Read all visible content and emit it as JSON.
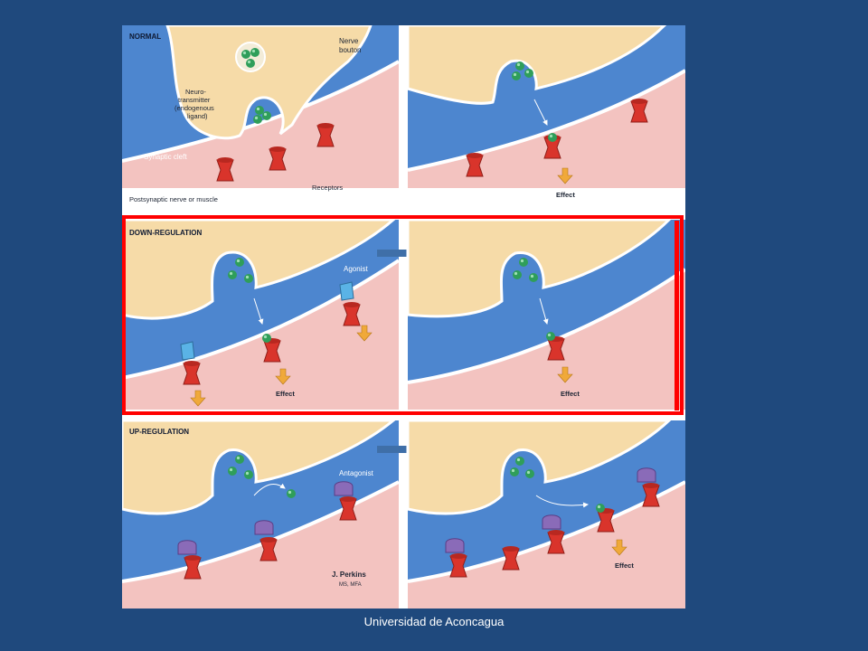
{
  "panels": {
    "normal": {
      "title": "NORMAL",
      "nerve_bouton": [
        "Nerve",
        "bouton"
      ],
      "neurotransmitter": [
        "Neuro-",
        "transmitter",
        "(endogenous",
        "ligand)"
      ],
      "synaptic_cleft": "Synaptic cleft",
      "receptors": "Receptors",
      "postsynaptic": "Postsynaptic nerve or muscle",
      "effect": "Effect"
    },
    "down": {
      "title": "DOWN-REGULATION",
      "agonist": "Agonist",
      "effect": "Effect"
    },
    "up": {
      "title": "UP-REGULATION",
      "antagonist": "Antagonist",
      "effect": "Effect",
      "credit_name": "J. Perkins",
      "credit_sub": "MS, MFA"
    }
  },
  "colors": {
    "slide_bg": "#1f497d",
    "highlight": "#ff0000",
    "cleft": "#4d86cf",
    "bouton": "#f6dba8",
    "postsynaptic": "#f3c3c0",
    "receptor": "#d9342b",
    "ligand": "#2f9e5a",
    "agonist": "#5ab3e6",
    "antagonist": "#8a6bb8",
    "effect_arrow": "#f0a93a",
    "transition_arrow": "#3f6fa8"
  },
  "footer": "Universidad de Aconcagua"
}
